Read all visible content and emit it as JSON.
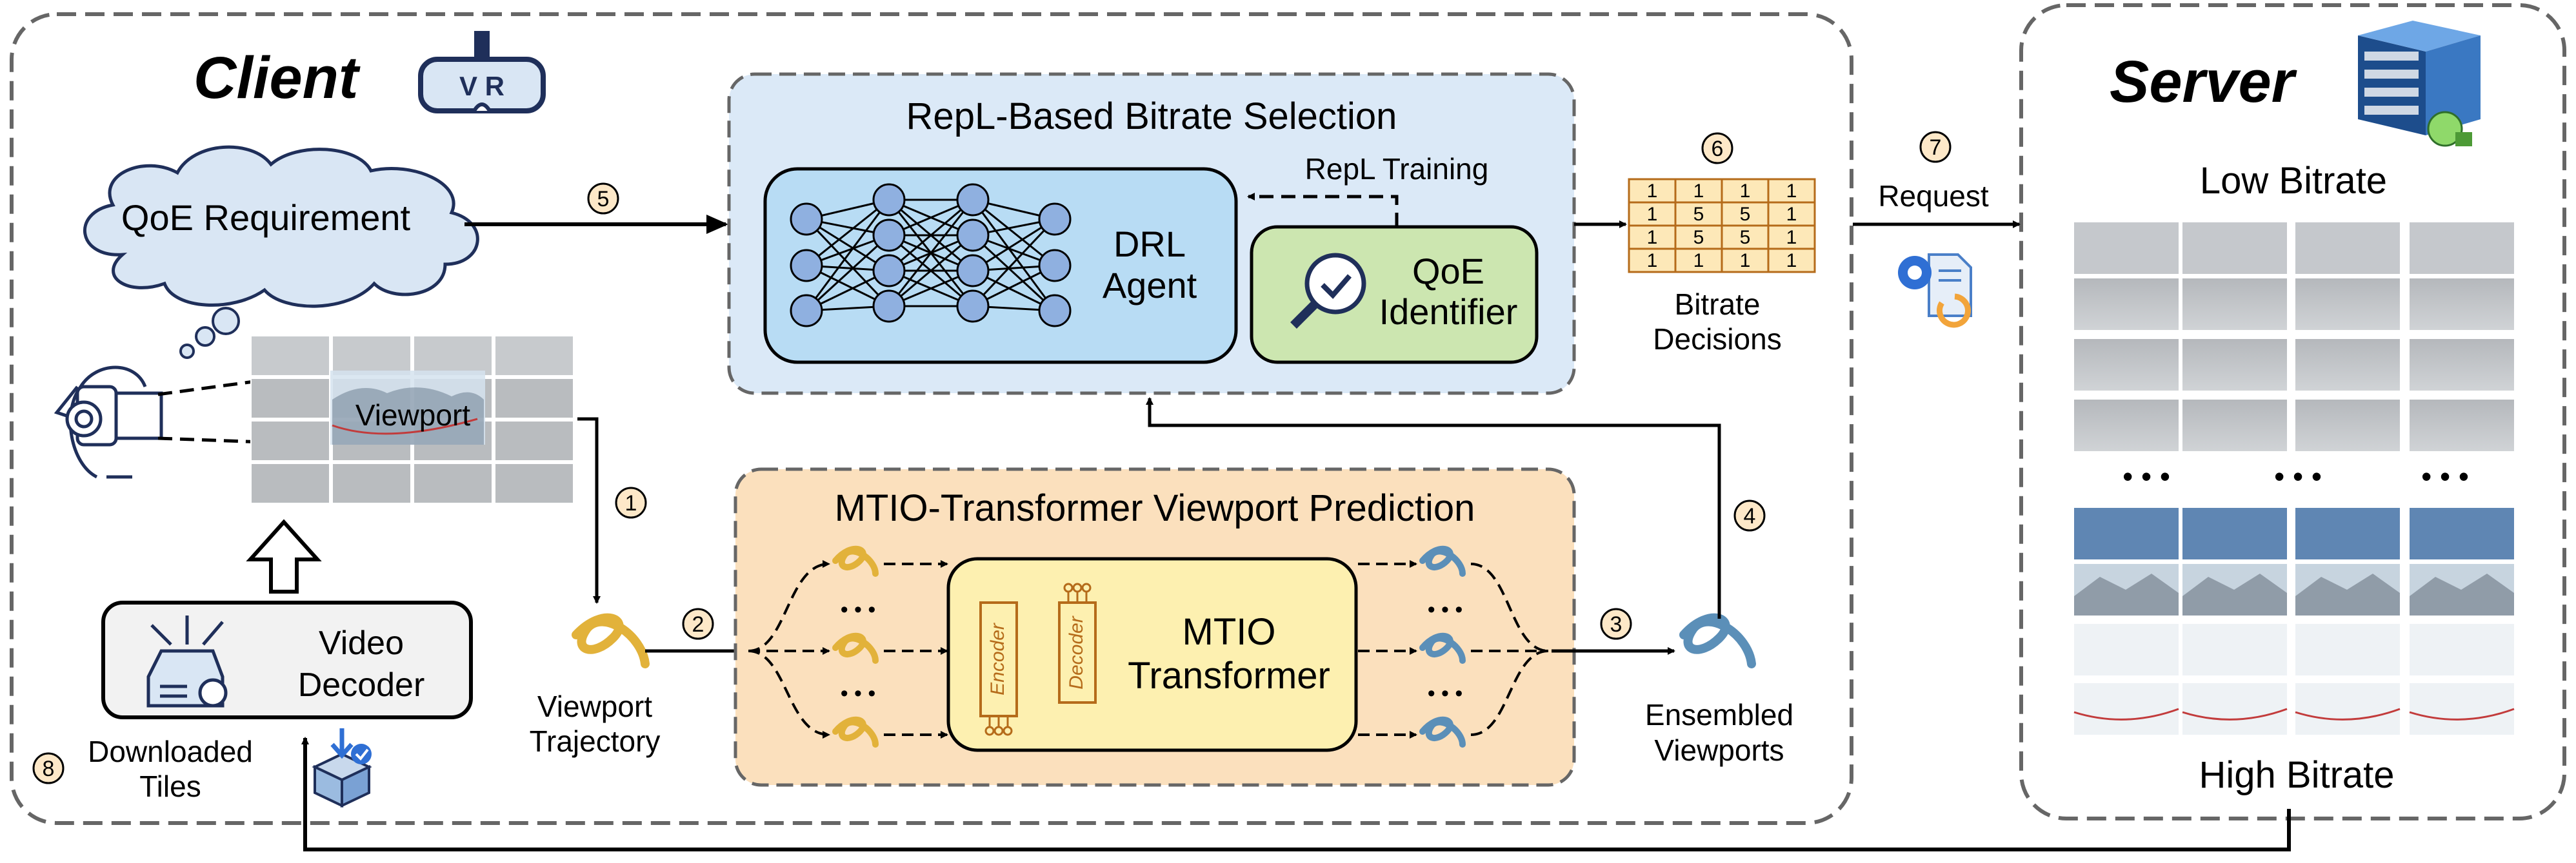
{
  "client": {
    "title": "Client"
  },
  "server": {
    "title": "Server",
    "low_bitrate": "Low Bitrate",
    "high_bitrate": "High Bitrate",
    "ellipsis": "• • •"
  },
  "repl": {
    "title": "RepL-Based Bitrate Selection",
    "training_label": "RepL Training",
    "drl_agent_line1": "DRL",
    "drl_agent_line2": "Agent",
    "qoe_identifier_line1": "QoE",
    "qoe_identifier_line2": "Identifier"
  },
  "mtio": {
    "title": "MTIO-Transformer Viewport Prediction",
    "encoder": "Encoder",
    "decoder": "Decoder",
    "transformer_line1": "MTIO",
    "transformer_line2": "Transformer",
    "dots": "• • •"
  },
  "qoe_requirement": "QoE Requirement",
  "viewport_label": "Viewport",
  "video_decoder": {
    "line1": "Video",
    "line2": "Decoder"
  },
  "viewport_trajectory": {
    "line1": "Viewport",
    "line2": "Trajectory"
  },
  "ensembled_viewports": {
    "line1": "Ensembled",
    "line2": "Viewports"
  },
  "bitrate_decisions": {
    "line1": "Bitrate",
    "line2": "Decisions",
    "matrix": [
      [
        "1",
        "1",
        "1",
        "1"
      ],
      [
        "1",
        "5",
        "5",
        "1"
      ],
      [
        "1",
        "5",
        "5",
        "1"
      ],
      [
        "1",
        "1",
        "1",
        "1"
      ]
    ]
  },
  "request_label": "Request",
  "downloaded_tiles": {
    "line1": "Downloaded",
    "line2": "Tiles"
  },
  "vr_headset_text": "V R",
  "steps": {
    "s1": "1",
    "s2": "2",
    "s3": "3",
    "s4": "4",
    "s5": "5",
    "s6": "6",
    "s7": "7",
    "s8": "8"
  },
  "icons": [
    "vr-headset-icon",
    "server-rack-icon",
    "user-head-vr-icon",
    "toolbox-icon",
    "download-box-icon",
    "trajectory-icon",
    "neural-network-icon",
    "qoe-magnifier-icon",
    "request-document-icon"
  ],
  "colors": {
    "repl_fill": "#dbe9f7",
    "repl_inner": "#b8dcf4",
    "qoe_green": "#cce6b0",
    "mtio_fill": "#fbe0bd",
    "mtio_inner": "#fdf0b0",
    "matrix_fill": "#fde8b8",
    "node_blue": "#8fb0e0",
    "gold": "#e2b23a",
    "teal": "#5b8fb8"
  }
}
